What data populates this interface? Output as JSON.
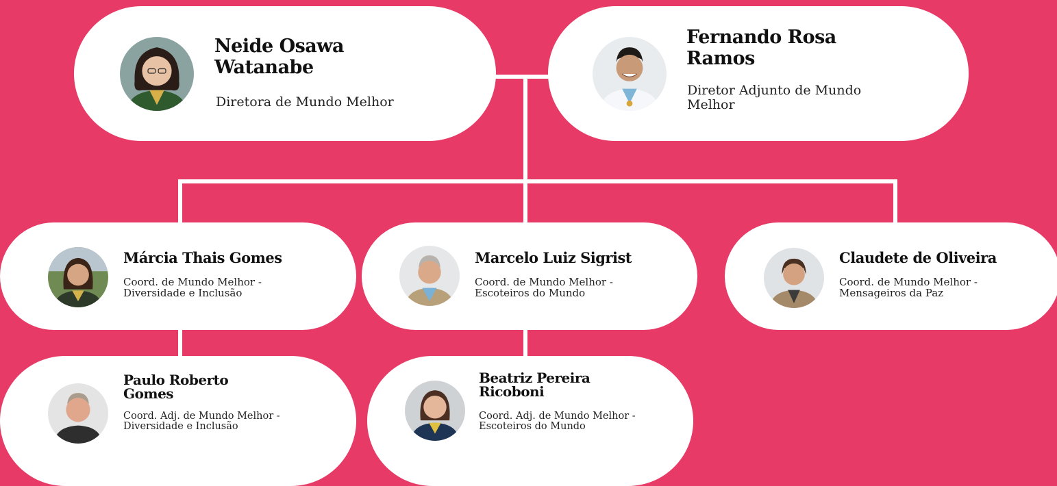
{
  "people": {
    "neide": {
      "name": "Neide Osawa Watanabe",
      "role": "Diretora de Mundo Melhor"
    },
    "fernando": {
      "name": "Fernando Rosa Ramos",
      "role": "Diretor Adjunto de Mundo Melhor"
    },
    "marcia": {
      "name": "Márcia Thais Gomes",
      "role": "Coord. de Mundo Melhor - Diversidade e Inclusão"
    },
    "marcelo": {
      "name": "Marcelo Luiz Sigrist",
      "role": "Coord. de Mundo Melhor - Escoteiros do Mundo"
    },
    "claudete": {
      "name": "Claudete de Oliveira",
      "role": "Coord. de Mundo Melhor - Mensageiros da Paz"
    },
    "paulo": {
      "name": "Paulo Roberto Gomes",
      "role": "Coord. Adj. de Mundo Melhor - Diversidade e Inclusão"
    },
    "beatriz": {
      "name": "Beatriz Pereira Ricoboni",
      "role": "Coord. Adj. de Mundo Melhor - Escoteiros do Mundo"
    }
  },
  "colors": {
    "background": "#e83a66",
    "card": "#ffffff",
    "connector": "#ffffff"
  }
}
